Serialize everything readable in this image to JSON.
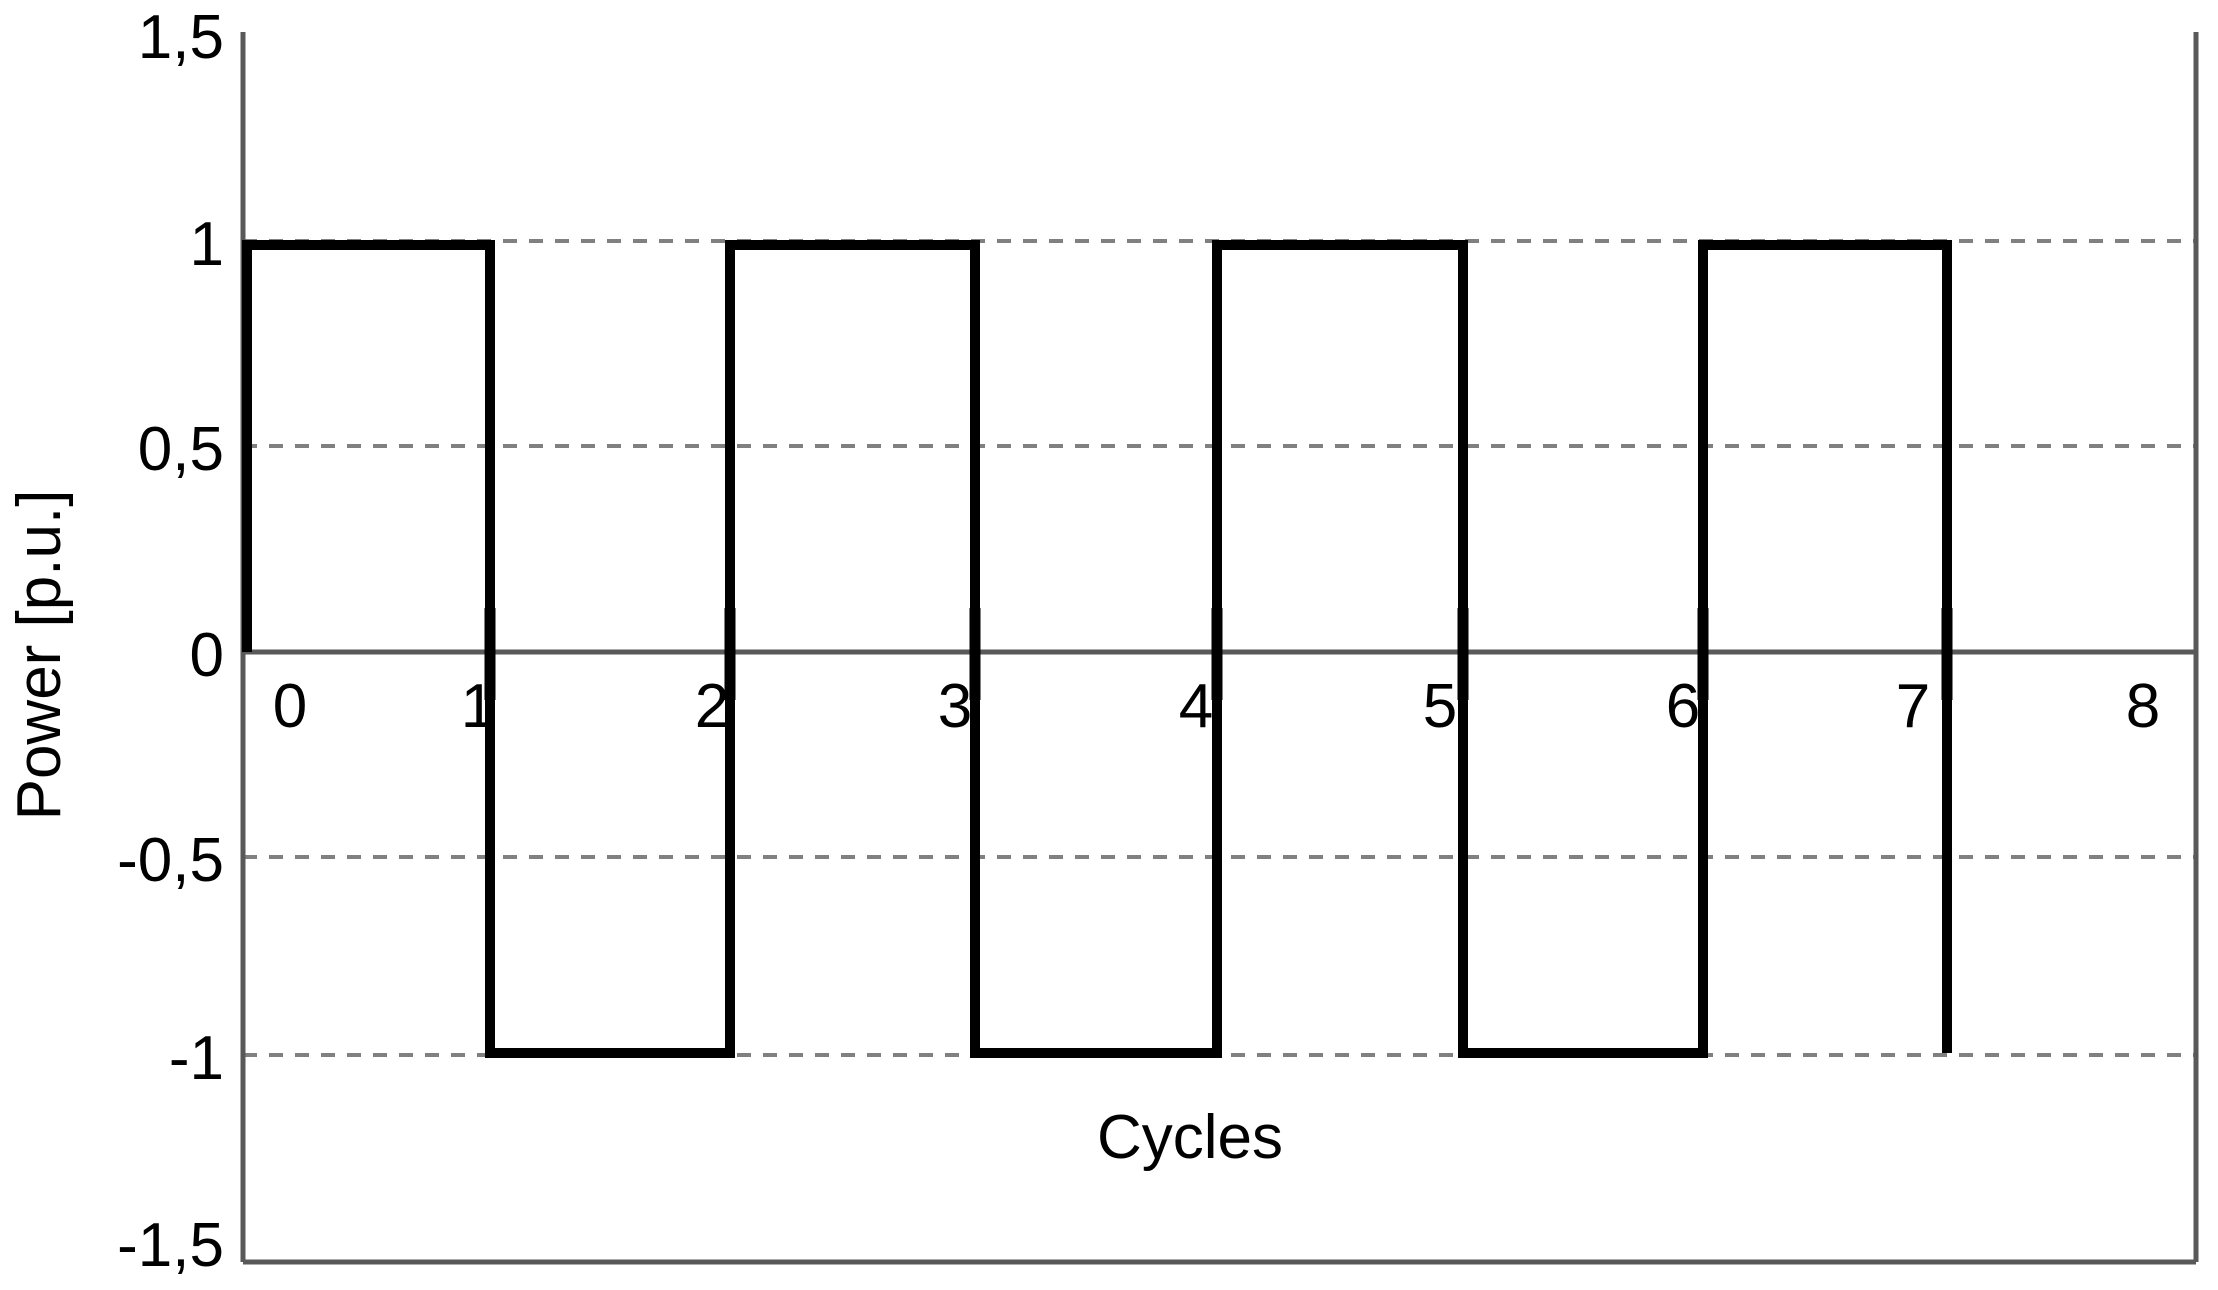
{
  "chart_data": {
    "type": "line",
    "title": "",
    "subtitle": "",
    "xlabel": "Cycles",
    "ylabel": "Power [p.u.]",
    "xlim": [
      0,
      8
    ],
    "ylim": [
      -1.5,
      1.5
    ],
    "x_ticks": [
      0,
      1,
      2,
      3,
      4,
      5,
      6,
      7,
      8
    ],
    "x_tick_labels": [
      "0",
      "1",
      "2",
      "3",
      "4",
      "5",
      "6",
      "7",
      "8"
    ],
    "y_ticks": [
      1.5,
      1,
      0.5,
      0,
      -0.5,
      -1,
      -1.5
    ],
    "y_tick_labels": [
      "1,5",
      "1",
      "0,5",
      "0",
      "-0,5",
      "-1",
      "-1,5"
    ],
    "grid": {
      "horizontal_dashed_at": [
        1,
        0.5,
        -0.5,
        -1
      ],
      "zero_line": 0,
      "vertical": false,
      "style": "dashed-gray"
    },
    "legend": {
      "visible": false,
      "position": "none",
      "entries": []
    },
    "annotations": [],
    "series": [
      {
        "name": "Power",
        "style": "square-wave",
        "line_color": "#000000",
        "line_width": 9,
        "description": "Alternating square wave between +1 and -1 p.u., one half-cycle per unit, starting high at cycle 0, ending with a fall to -1 at cycle 7",
        "points": [
          {
            "x": 0,
            "y": 0
          },
          {
            "x": 0,
            "y": 1
          },
          {
            "x": 1,
            "y": 1
          },
          {
            "x": 1,
            "y": -1
          },
          {
            "x": 2,
            "y": -1
          },
          {
            "x": 2,
            "y": 1
          },
          {
            "x": 3,
            "y": 1
          },
          {
            "x": 3,
            "y": -1
          },
          {
            "x": 4,
            "y": -1
          },
          {
            "x": 4,
            "y": 1
          },
          {
            "x": 5,
            "y": 1
          },
          {
            "x": 5,
            "y": -1
          },
          {
            "x": 6,
            "y": -1
          },
          {
            "x": 6,
            "y": 1
          },
          {
            "x": 7,
            "y": 1
          },
          {
            "x": 7,
            "y": -1
          }
        ],
        "levels": [
          {
            "from_x": 0,
            "to_x": 1,
            "value": 1
          },
          {
            "from_x": 1,
            "to_x": 2,
            "value": -1
          },
          {
            "from_x": 2,
            "to_x": 3,
            "value": 1
          },
          {
            "from_x": 3,
            "to_x": 4,
            "value": -1
          },
          {
            "from_x": 4,
            "to_x": 5,
            "value": 1
          },
          {
            "from_x": 5,
            "to_x": 6,
            "value": -1
          },
          {
            "from_x": 6,
            "to_x": 7,
            "value": 1
          }
        ]
      }
    ],
    "colors": {
      "waveform": "#000000",
      "axis": "#595959",
      "gridline": "#808080",
      "background": "#ffffff",
      "text": "#000000"
    }
  },
  "axes": {
    "y_title": "Power [p.u.]",
    "x_title": "Cycles",
    "y_labels": {
      "t0": "1,5",
      "t1": "1",
      "t2": "0,5",
      "t3": "0",
      "t4": "-0,5",
      "t5": "-1",
      "t6": "-1,5"
    },
    "x_labels": {
      "t0": "0",
      "t1": "1",
      "t2": "2",
      "t3": "3",
      "t4": "4",
      "t5": "5",
      "t6": "6",
      "t7": "7",
      "t8": "8"
    }
  }
}
